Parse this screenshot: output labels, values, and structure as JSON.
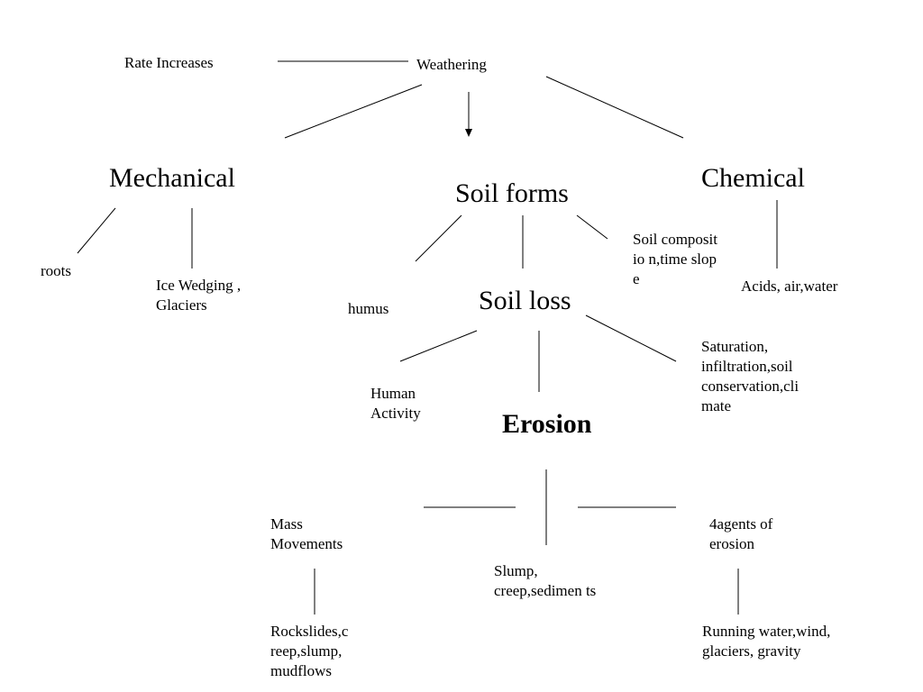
{
  "nodes": {
    "rate_increases": "Rate Increases",
    "weathering": "Weathering",
    "mechanical": "Mechanical",
    "chemical": "Chemical",
    "soil_forms": "Soil forms",
    "roots": "roots",
    "ice_wedging": "Ice Wedging , Glaciers",
    "soil_composition": "Soil compositio n,time slope",
    "acids": "Acids, air,water",
    "humus": "humus",
    "soil_loss": "Soil loss",
    "human_activity": "Human Activity",
    "saturation": "Saturation, infiltration,soil conservation,cli mate",
    "erosion": "Erosion",
    "mass_movements": "Mass Movements",
    "slump": "Slump, creep,sedimen ts",
    "agents": "4agents of erosion",
    "rockslides": "Rockslides,c reep,slump, mudflows",
    "running_water": "Running water,wind, glaciers, gravity"
  }
}
